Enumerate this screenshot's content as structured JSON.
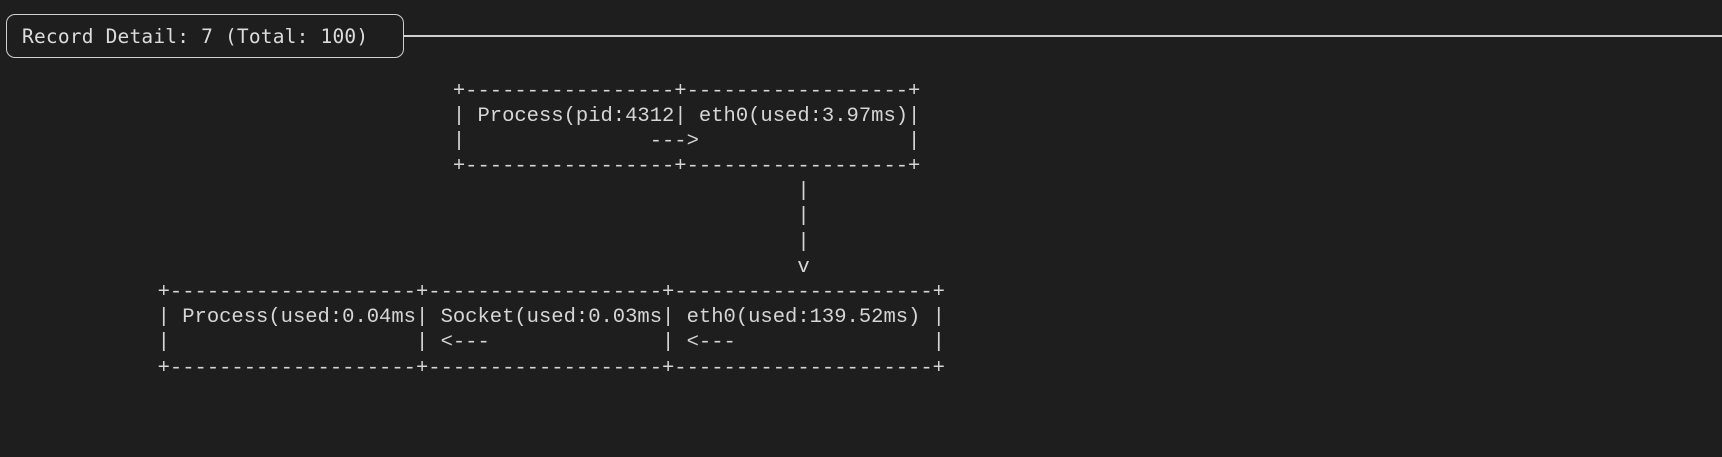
{
  "theme": {
    "background": "#1e1e1e",
    "foreground": "#d6d6d6",
    "border": "#cfcfcf"
  },
  "header": {
    "title": "Record Detail: 7 (Total: 100)",
    "record_index": 7,
    "record_total": 100
  },
  "diagram": {
    "type": "ascii-flow",
    "nodes": [
      {
        "id": "process-top",
        "label": "Process(pid:4312)",
        "kind": "process",
        "row": "top",
        "column": 1,
        "metric_name": "pid",
        "metric_value": "4312"
      },
      {
        "id": "eth0-top",
        "label": "eth0(used:3.97ms)",
        "kind": "interface",
        "row": "top",
        "column": 2,
        "metric_name": "used",
        "metric_value": "3.97ms"
      },
      {
        "id": "process-bottom",
        "label": "Process(used:0.04ms)",
        "kind": "process",
        "row": "bottom",
        "column": 1,
        "metric_name": "used",
        "metric_value": "0.04ms"
      },
      {
        "id": "socket-bottom",
        "label": "Socket(used:0.03ms)",
        "kind": "socket",
        "row": "bottom",
        "column": 2,
        "metric_name": "used",
        "metric_value": "0.03ms"
      },
      {
        "id": "eth0-bottom",
        "label": "eth0(used:139.52ms)",
        "kind": "interface",
        "row": "bottom",
        "column": 3,
        "metric_name": "used",
        "metric_value": "139.52ms"
      }
    ],
    "edges": [
      {
        "from": "process-top",
        "to": "eth0-top",
        "glyph": "--->",
        "direction": "right"
      },
      {
        "from": "eth0-top",
        "to": "eth0-bottom",
        "glyph": "v",
        "direction": "down"
      },
      {
        "from": "eth0-bottom",
        "to": "socket-bottom",
        "glyph": "<---",
        "direction": "left"
      },
      {
        "from": "socket-bottom",
        "to": "process-bottom",
        "glyph": "<---",
        "direction": "left"
      }
    ],
    "art": [
      "                                        +------------------+  +------------------+",
      "                                        | Process(pid:4312) |  | eth0(used:3.97ms)|",
      "                                        |                --->|                  |",
      "                                        +------------------+  +------------------+",
      "                                                                       |",
      "                                                                       |",
      "                                                                       |",
      "                                                                       v",
      "            +---------------------+  +---------------------+  +----------------------+",
      "            | Process(used:0.04ms) |  | Socket(used:0.03ms) |  | eth0(used:139.52ms) |",
      "            |                   |<---|                   |<---|                     |",
      "            +---------------------+  +---------------------+  +----------------------+"
    ]
  }
}
